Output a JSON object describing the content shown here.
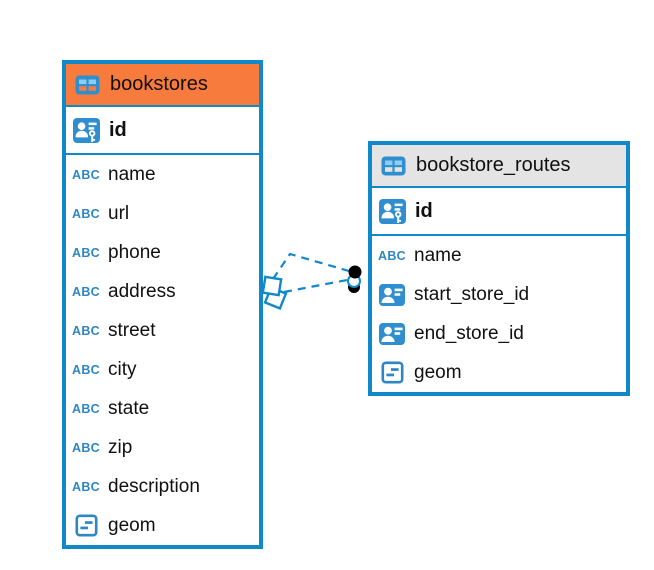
{
  "diagram": {
    "kind": "entity-relationship-diagram",
    "background": "#ffffff"
  },
  "colors": {
    "table_border": "#1088ca",
    "icon_blue": "#2e8ecf",
    "icon_cell_light": "#8ecdf0",
    "abc_blue": "#2e86c5",
    "bookstores_header_bg": "#f87b3e",
    "routes_header_bg": "#e4e4e4",
    "text": "#101010",
    "relation_line": "#1088ca",
    "relation_dot": "#000000"
  },
  "icons": {
    "text_type_glyph": "ABC"
  },
  "tables": {
    "bookstores": {
      "title": "bookstores",
      "primary_key": "id",
      "columns": [
        "name",
        "url",
        "phone",
        "address",
        "street",
        "city",
        "state",
        "zip",
        "description",
        "geom"
      ],
      "column_types": [
        "text",
        "text",
        "text",
        "text",
        "text",
        "text",
        "text",
        "text",
        "text",
        "geometry"
      ]
    },
    "routes": {
      "title": "bookstore_routes",
      "primary_key": "id",
      "columns": [
        "name",
        "start_store_id",
        "end_store_id",
        "geom"
      ],
      "column_types": [
        "text",
        "foreign_key",
        "foreign_key",
        "geometry"
      ]
    }
  },
  "relations": [
    {
      "from_table": "bookstores",
      "to_table": "bookstore_routes",
      "line_style": "dashed",
      "bookstores_end_marker": "double-square",
      "routes_end_marker": "dot"
    },
    {
      "from_table": "bookstores",
      "to_table": "bookstore_routes",
      "line_style": "dashed",
      "bookstores_end_marker": "double-square",
      "routes_end_marker": "dot"
    }
  ]
}
